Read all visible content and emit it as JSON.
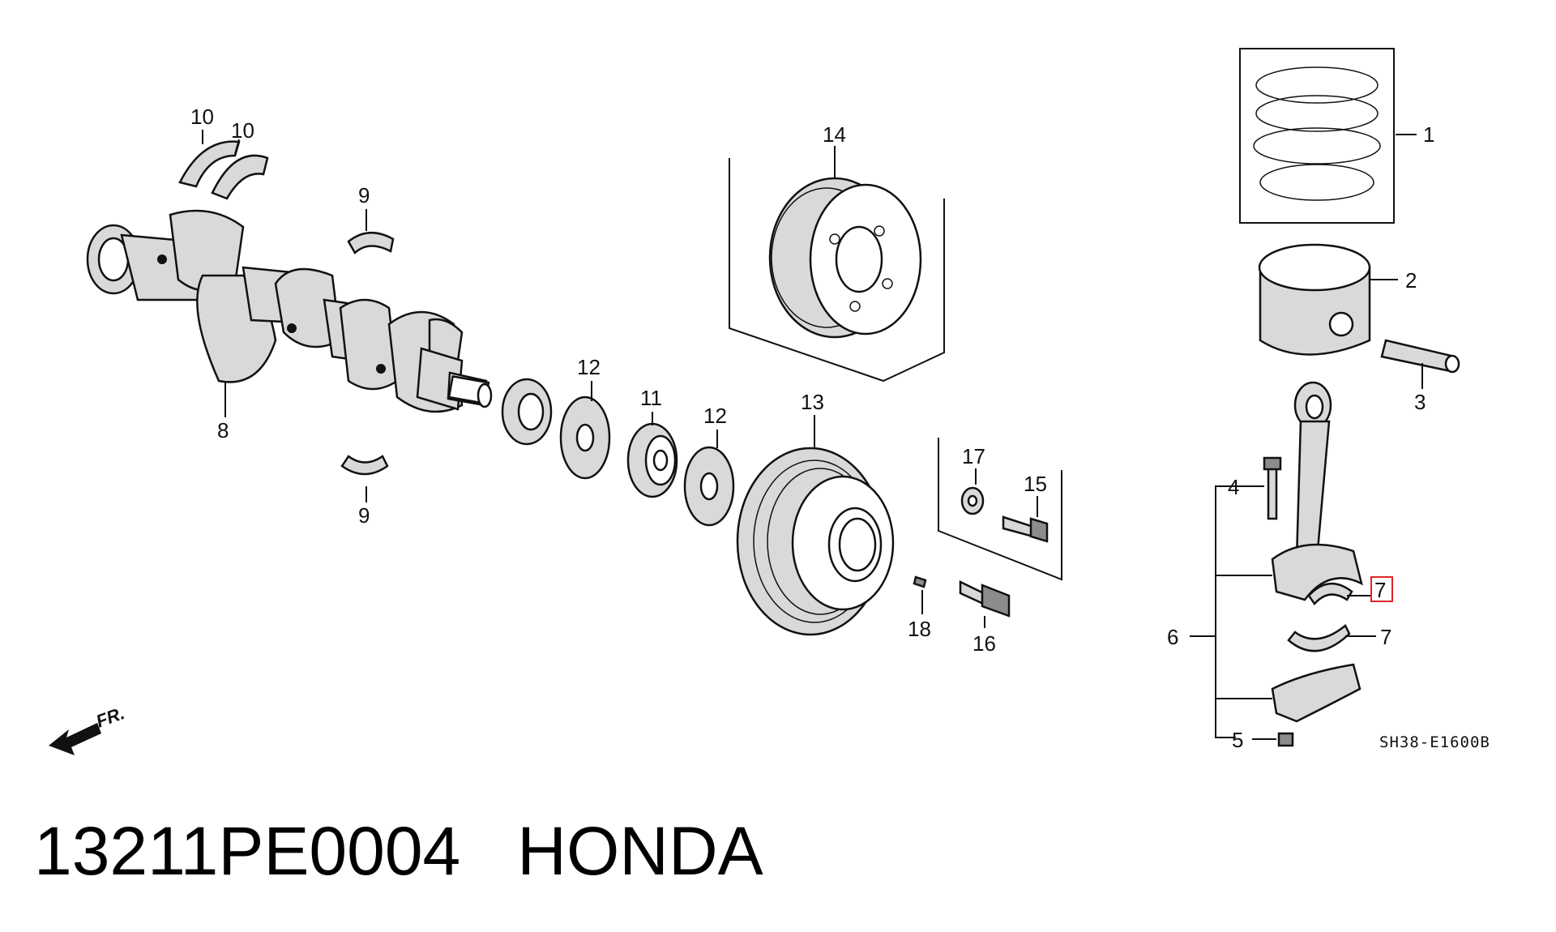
{
  "caption": {
    "part_number": "13211PE0004",
    "brand": "HONDA"
  },
  "diagram": {
    "code": "SH38-E1600B",
    "direction_label": "FR.",
    "highlight_color": "#e0242a",
    "callouts": {
      "c1": "1",
      "c2": "2",
      "c3": "3",
      "c4": "4",
      "c5": "5",
      "c6": "6",
      "c7a": "7",
      "c7b": "7",
      "c8": "8",
      "c9a": "9",
      "c9b": "9",
      "c10a": "10",
      "c10b": "10",
      "c11": "11",
      "c12a": "12",
      "c12b": "12",
      "c13": "13",
      "c14": "14",
      "c15": "15",
      "c16": "16",
      "c17": "17",
      "c18": "18"
    },
    "highlighted_callout": "7"
  }
}
